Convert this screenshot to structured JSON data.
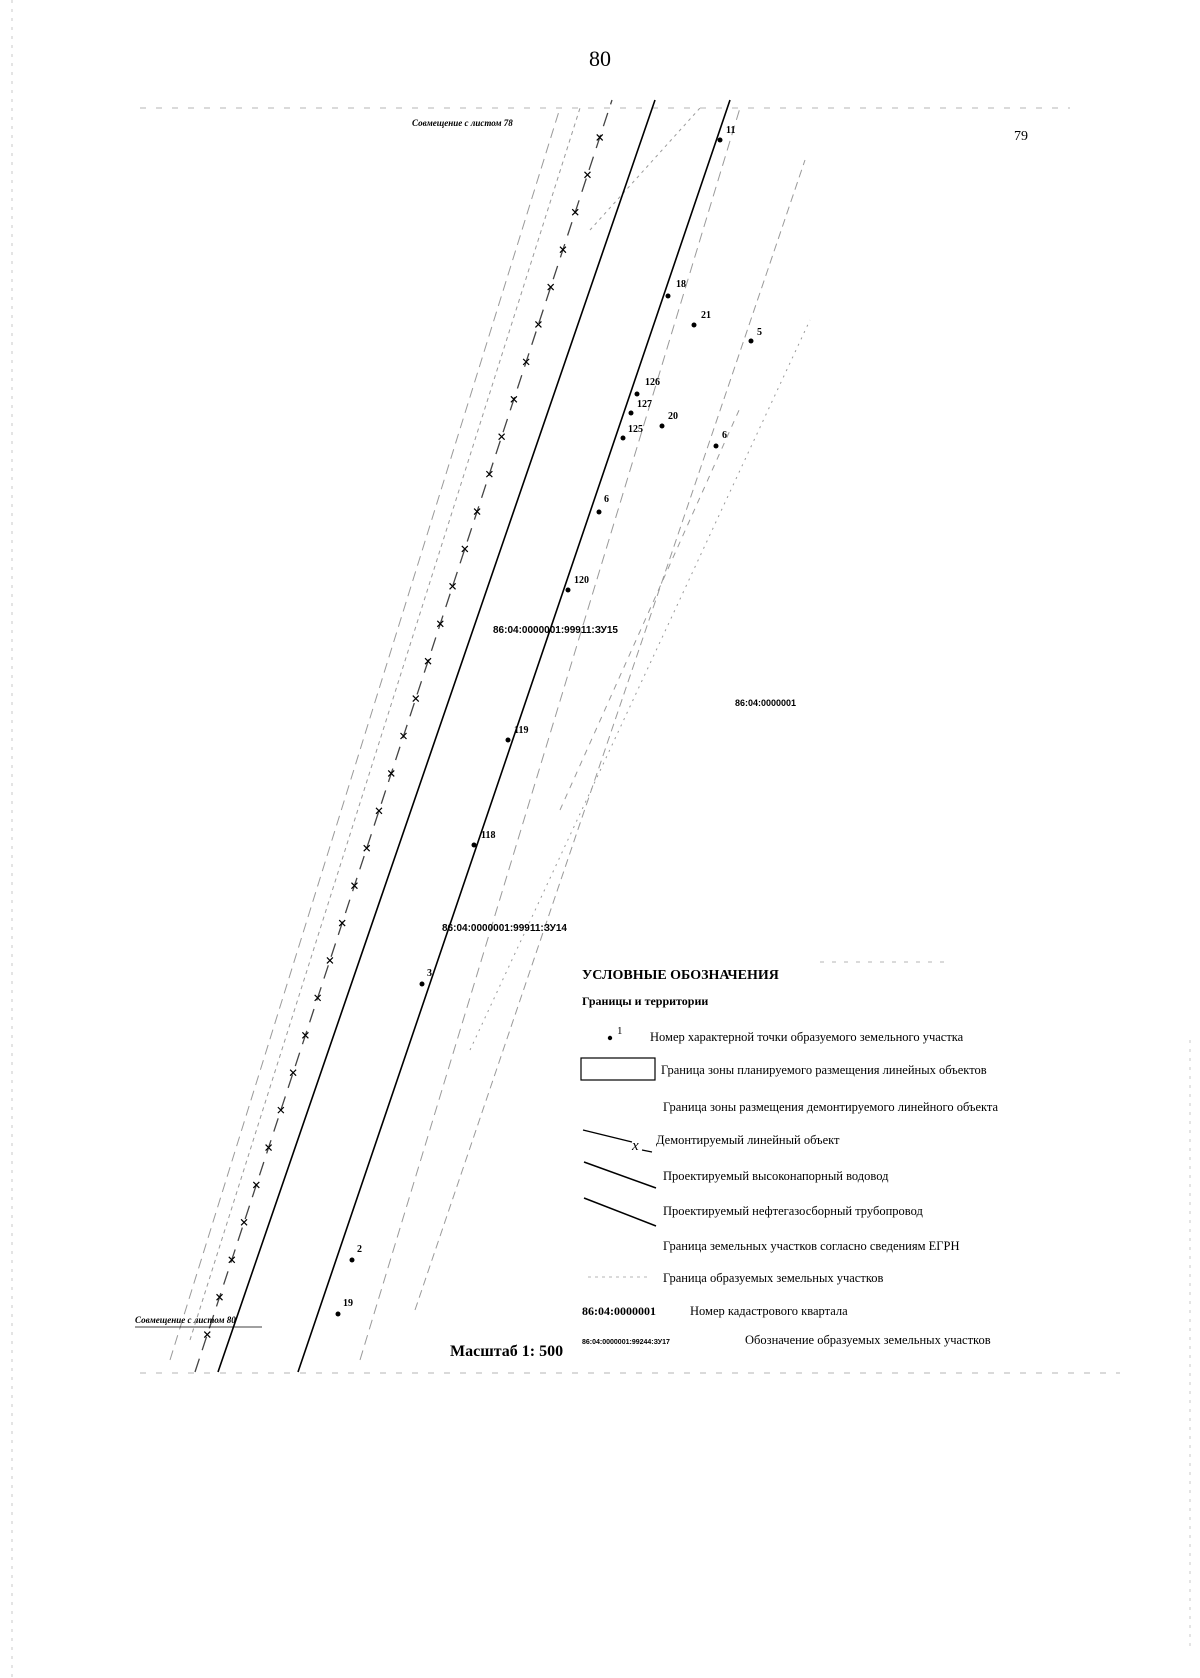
{
  "page_number": "80",
  "adjacent_sheet_number": "79",
  "match_notes": {
    "top": "Совмещение с листом 78",
    "bottom": "Совмещение с листом 80"
  },
  "parcel_labels": {
    "zu15": "86:04:0000001:99911:ЗУ15",
    "zu14": "86:04:0000001:99911:ЗУ14",
    "quarter": "86:04:0000001"
  },
  "points": [
    "11",
    "18",
    "21",
    "5",
    "126",
    "127",
    "20",
    "125",
    "6",
    "6",
    "120",
    "119",
    "118",
    "3",
    "2",
    "19"
  ],
  "scale": "Масштаб 1: 500",
  "legend": {
    "title": "УСЛОВНЫЕ ОБОЗНАЧЕНИЯ",
    "subtitle": "Границы и территории",
    "sample_point_number": "1",
    "sample_quarter_number": "86:04:0000001",
    "sample_parcel_designation": "86:04:0000001:99244:ЗУ17",
    "demolished_marker": "x",
    "items": [
      "Номер характерной точки образуемого земельного участка",
      "Граница зоны планируемого размещения линейных объектов",
      "Граница зоны размещения демонтируемого линейного объекта",
      "Демонтируемый линейный объект",
      "Проектируемый высоконапорный водовод",
      "Проектируемый нефтегазосборный трубопровод",
      "Граница земельных участков согласно сведениям ЕГРН",
      "Граница образуемых земельных участков",
      "Номер кадастрового квартала",
      "Обозначение образуемых земельных участков"
    ]
  },
  "colors": {
    "ink": "#000000",
    "dashed_line": "#444444",
    "faint_line": "#9a9a9a"
  }
}
